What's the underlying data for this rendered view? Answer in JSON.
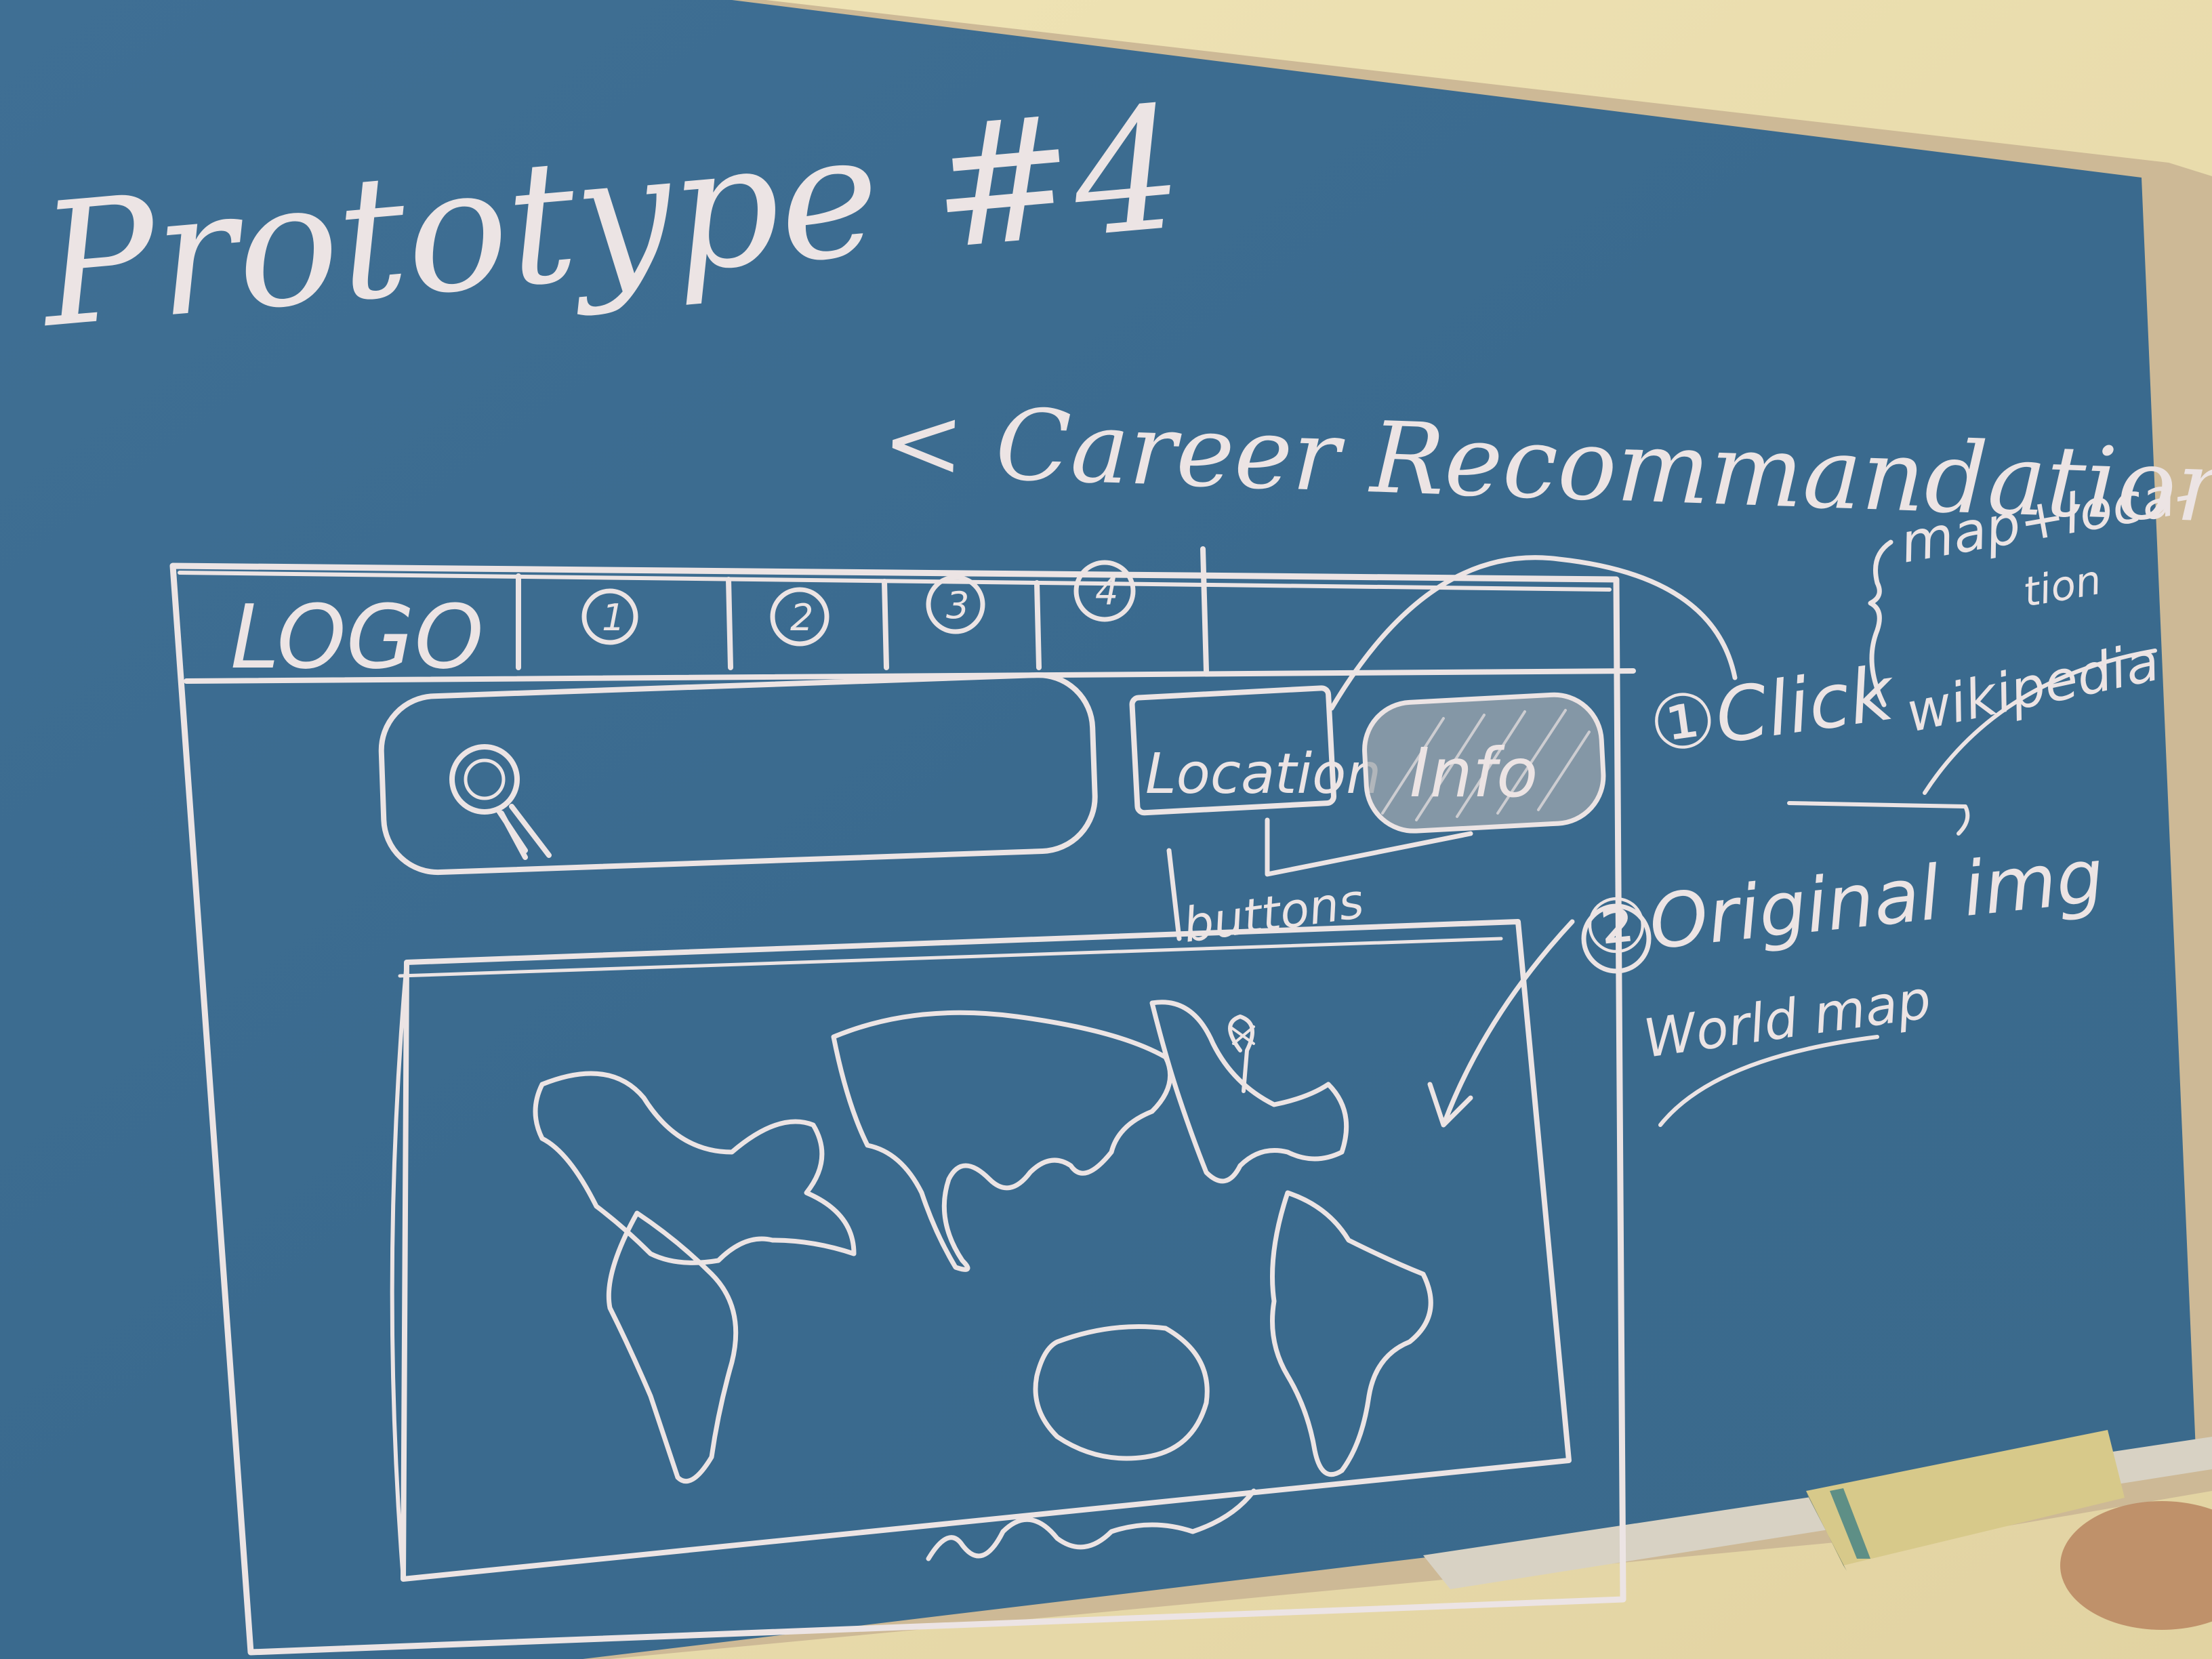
{
  "board": {
    "title": "Prototype #4",
    "subtitle": "< Career Recommandation >",
    "wireframe": {
      "header": {
        "logo": "LOGO",
        "tabs": [
          "1",
          "2",
          "3",
          "4"
        ]
      },
      "location_button": "Location",
      "info_button": "Info",
      "buttons_note": "buttons",
      "search_icon": "magnifier-icon",
      "map_pin_icon": "map-pin-icon"
    },
    "notes": {
      "click_note": "①Click",
      "click_details": [
        "map+loca-",
        "tion",
        "wikipedia"
      ],
      "original_note": "②Original img",
      "world_map_note": "World map"
    }
  },
  "colors": {
    "board": "#3d6a8e",
    "wall": "#e9dcae",
    "frame": "#d9c7a3",
    "chalk": "#ece4e4",
    "eraser": "#d7c98a"
  }
}
